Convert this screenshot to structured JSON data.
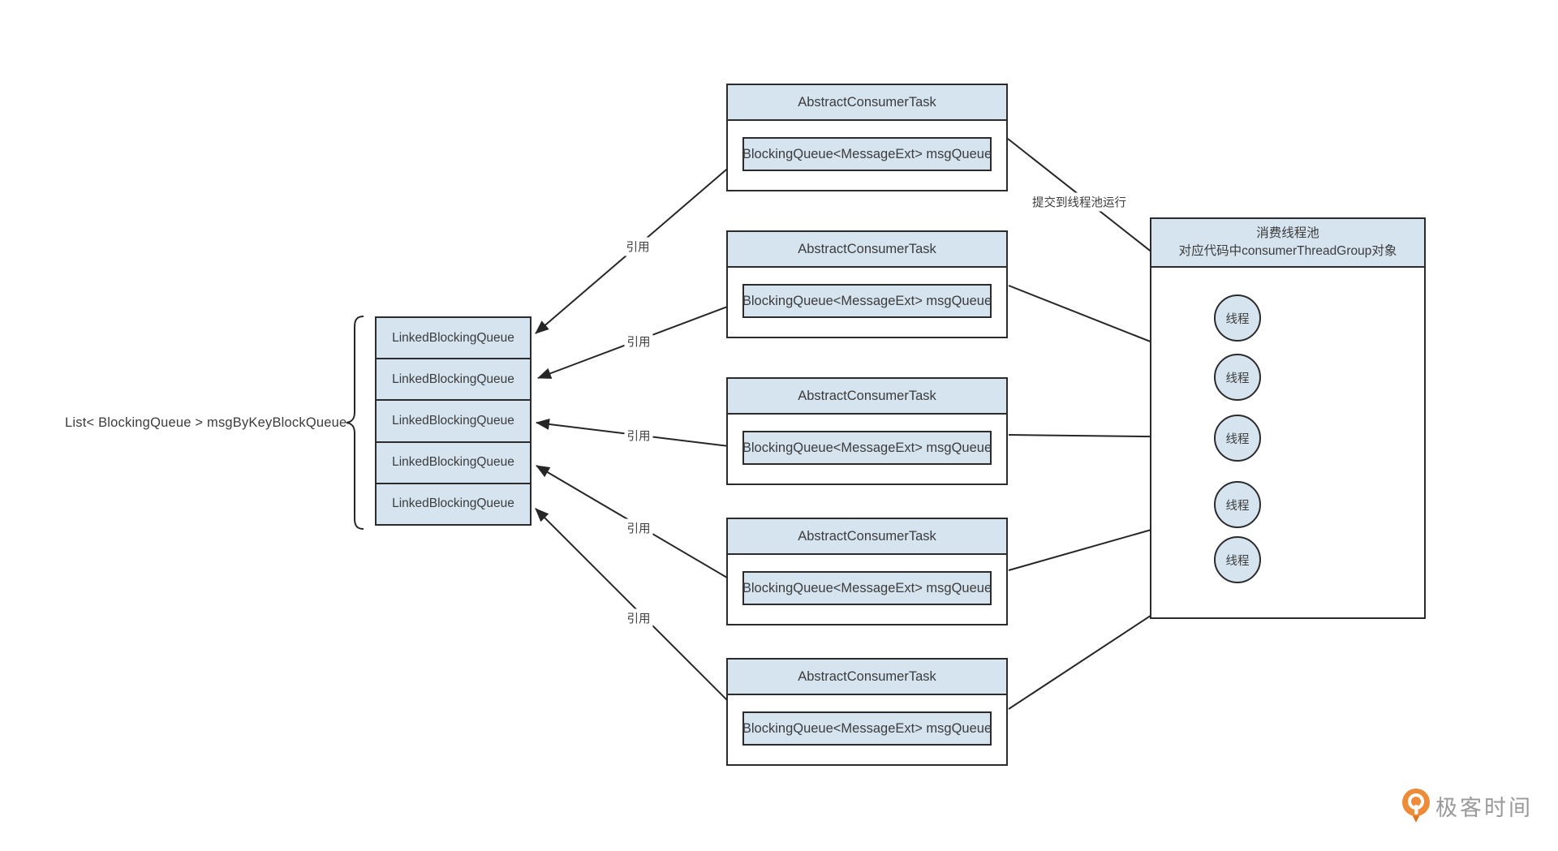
{
  "diagram": {
    "left_label": "List< BlockingQueue > msgByKeyBlockQueue",
    "queues": [
      "LinkedBlockingQueue",
      "LinkedBlockingQueue",
      "LinkedBlockingQueue",
      "LinkedBlockingQueue",
      "LinkedBlockingQueue"
    ],
    "tasks": [
      {
        "title": "AbstractConsumerTask",
        "field": "BlockingQueue<MessageExt> msgQueue"
      },
      {
        "title": "AbstractConsumerTask",
        "field": "BlockingQueue<MessageExt> msgQueue"
      },
      {
        "title": "AbstractConsumerTask",
        "field": "BlockingQueue<MessageExt> msgQueue"
      },
      {
        "title": "AbstractConsumerTask",
        "field": "BlockingQueue<MessageExt> msgQueue"
      },
      {
        "title": "AbstractConsumerTask",
        "field": "BlockingQueue<MessageExt> msgQueue"
      }
    ],
    "ref_labels": [
      "引用",
      "引用",
      "引用",
      "引用",
      "引用"
    ],
    "submit_label": "提交到线程池运行",
    "pool": {
      "title_line1": "消费线程池",
      "title_line2": "对应代码中consumerThreadGroup对象",
      "threads": [
        "线程",
        "线程",
        "线程",
        "线程",
        "线程"
      ]
    },
    "logo_text": "极客时间",
    "colors": {
      "box_fill": "#d6e4f0",
      "border": "#2b2b2b",
      "logo_orange": "#ee8b38",
      "logo_text_gray": "#9a9a9a"
    }
  }
}
